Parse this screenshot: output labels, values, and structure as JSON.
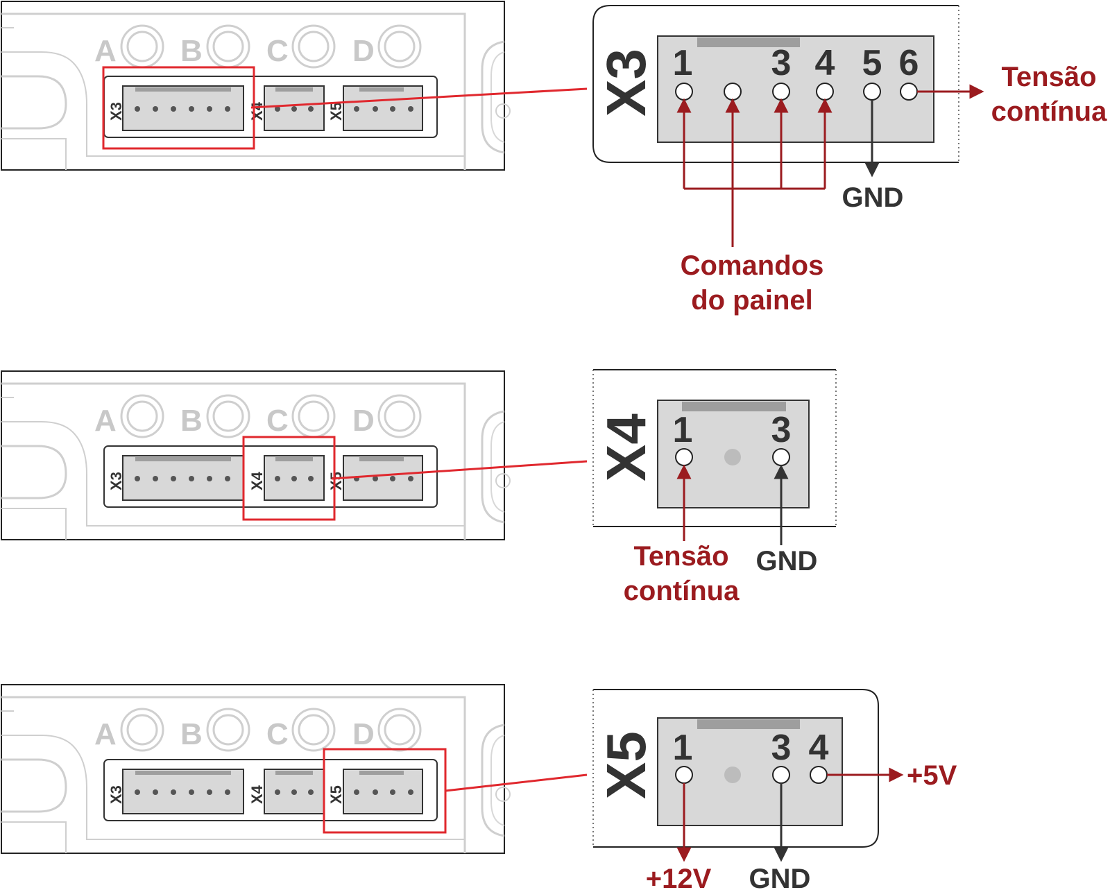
{
  "board_labels": {
    "a": "A",
    "b": "B",
    "c": "C",
    "d": "D",
    "x3": "X3",
    "x4": "X4",
    "x5": "X5"
  },
  "x3_detail": {
    "title": "X3",
    "pins": [
      "1",
      "3",
      "4",
      "5",
      "6"
    ],
    "label_dc": [
      "Tensão",
      "contínua"
    ],
    "label_gnd": "GND",
    "label_commands": [
      "Comandos",
      "do painel"
    ]
  },
  "x4_detail": {
    "title": "X4",
    "pins": [
      "1",
      "3"
    ],
    "label_dc": [
      "Tensão",
      "contínua"
    ],
    "label_gnd": "GND"
  },
  "x5_detail": {
    "title": "X5",
    "pins": [
      "1",
      "3",
      "4"
    ],
    "label_5v": "+5V",
    "label_12v": "+12V",
    "label_gnd": "GND"
  },
  "colors": {
    "accent_red": "#9b1b1f",
    "highlight_red": "#e0282e",
    "dark": "#333333",
    "connector_gray": "#d8d8d8"
  }
}
